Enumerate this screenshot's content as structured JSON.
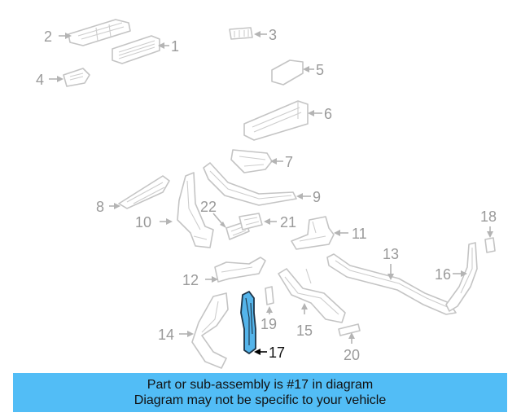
{
  "callouts": {
    "c1": "1",
    "c2": "2",
    "c3": "3",
    "c4": "4",
    "c5": "5",
    "c6": "6",
    "c7": "7",
    "c8": "8",
    "c9": "9",
    "c10": "10",
    "c11": "11",
    "c12": "12",
    "c13": "13",
    "c14": "14",
    "c15": "15",
    "c16": "16",
    "c17": "17",
    "c18": "18",
    "c19": "19",
    "c20": "20",
    "c21": "21",
    "c22": "22"
  },
  "highlighted_part": "17",
  "banner": {
    "line1": "Part or sub-assembly is #17 in diagram",
    "line2": "Diagram may not be specific to your vehicle"
  },
  "colors": {
    "highlight_fill": "#54b4ea",
    "banner_background": "#52bdf6",
    "part_outline": "#c4c4c4"
  }
}
